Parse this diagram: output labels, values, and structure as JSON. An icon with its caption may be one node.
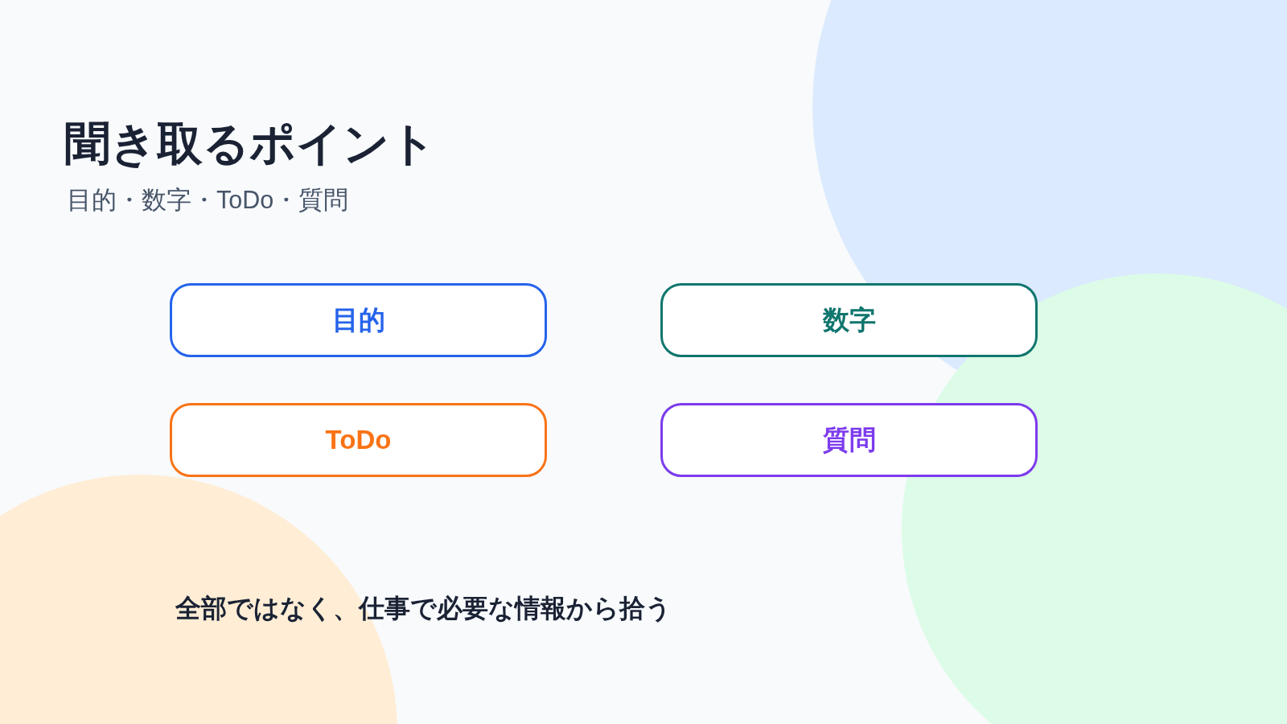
{
  "diagram": {
    "title": "聞き取るポイント",
    "nodes": [
      {
        "text": [
          "目的"
        ]
      },
      {
        "text": [
          "数字"
        ]
      },
      {
        "text": [
          "ToDo"
        ]
      },
      {
        "text": [
          "質問"
        ]
      }
    ],
    "labels": [
      "目的・数字・ToDo・質問",
      "全部ではなく、仕事で必要な情報から拾う"
    ]
  }
}
